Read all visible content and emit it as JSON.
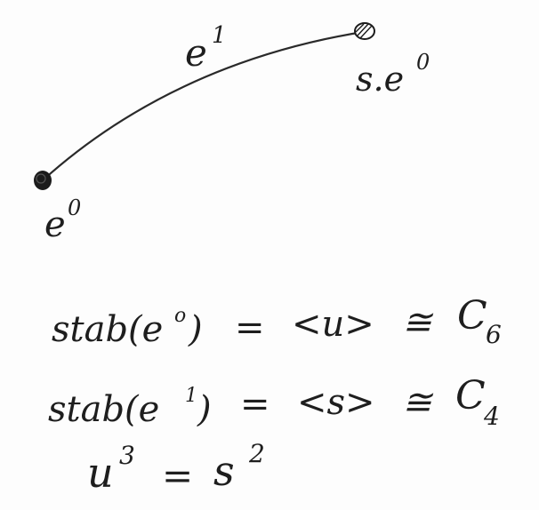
{
  "diagram": {
    "edge_label": "e",
    "edge_label_sup": "1",
    "vertex_left_label": "e",
    "vertex_left_sup": "0",
    "vertex_right_label": "s.e",
    "vertex_right_sup": "0"
  },
  "equations": {
    "line1": {
      "lhs_fn": "stab(e",
      "lhs_sup": "o",
      "lhs_close": ")",
      "eq": "=",
      "rhs": "<u>",
      "iso": "≅",
      "group": "C",
      "group_sub": "6"
    },
    "line2": {
      "lhs_fn": "stab(e",
      "lhs_sup": "1",
      "lhs_close": ")",
      "eq": "=",
      "rhs": "<s>",
      "iso": "≅",
      "group": "C",
      "group_sub": "4"
    },
    "line3": {
      "lhs": "u",
      "lhs_sup": "3",
      "eq": "=",
      "rhs": "s",
      "rhs_sup": "2"
    }
  },
  "colors": {
    "ink": "#1e1e1e",
    "paper": "#fdfdfd"
  }
}
